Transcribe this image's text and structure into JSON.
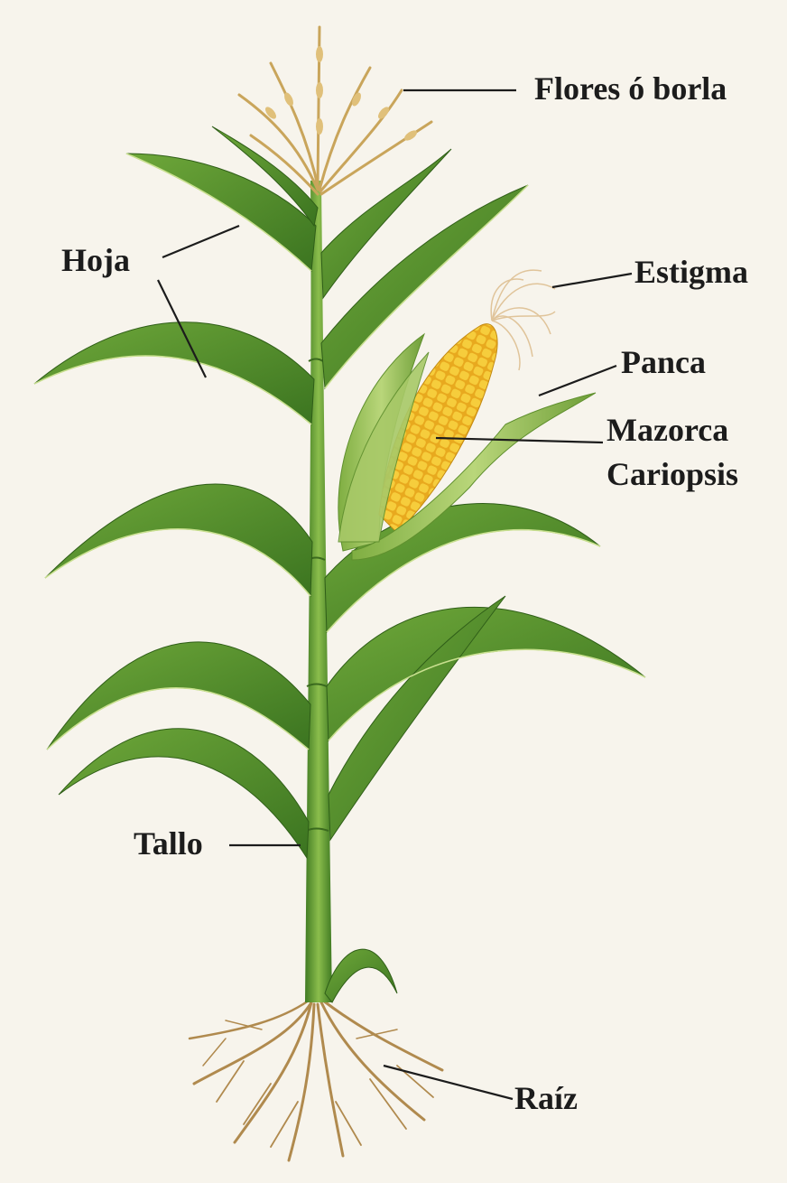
{
  "labels": {
    "flores": "Flores ó borla",
    "hoja": "Hoja",
    "estigma": "Estigma",
    "panca": "Panca",
    "mazorca": "Mazorca",
    "cariopsis": "Cariopsis",
    "tallo": "Tallo",
    "raiz": "Raíz"
  },
  "colors": {
    "background": "#f7f4ec",
    "leaf": "#4f8a2a",
    "leaf_light": "#8fbf4a",
    "stem": "#5e9432",
    "tassel": "#d8b46a",
    "kernel": "#f2c12e",
    "husk": "#9cc25a",
    "silk": "#e3c9a0",
    "root": "#b08a4e",
    "leader_line": "#1c1c1c"
  }
}
